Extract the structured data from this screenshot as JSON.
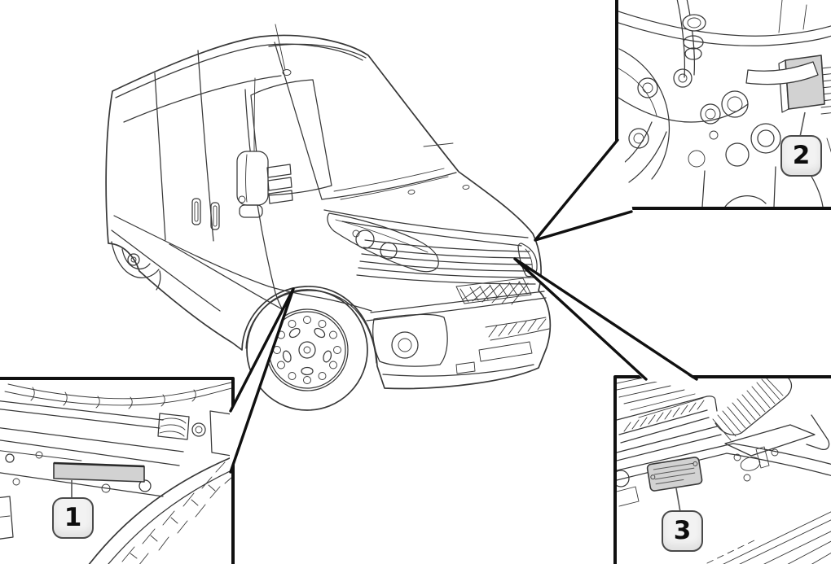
{
  "figure": {
    "kind": "vehicle-identification-locations-illustration",
    "subject": "panel-van-line-art"
  },
  "callouts": [
    {
      "label": "1",
      "target": "chassis-frame-plate"
    },
    {
      "label": "2",
      "target": "engine-block-plate"
    },
    {
      "label": "3",
      "target": "engine-bay-data-plate"
    }
  ],
  "colors": {
    "background": "#ffffff",
    "line": "#383838",
    "border": "#101010",
    "plate": "#d2d2d2",
    "badge_fill": "#f2f2f2",
    "badge_border": "#4a4a4a",
    "leader": "#555555"
  }
}
